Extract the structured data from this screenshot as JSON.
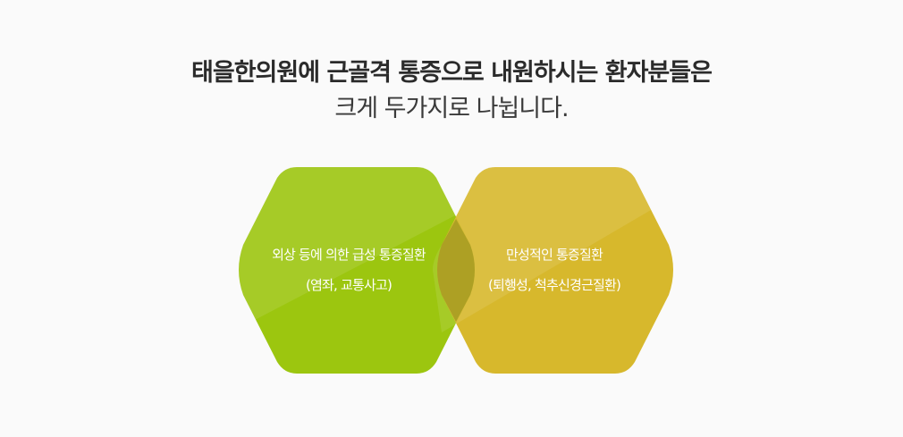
{
  "headline": {
    "line1": "태을한의원에 근골격 통증으로 내원하시는 환자분들은",
    "line2": "크게 두가지로 나뉩니다."
  },
  "categories": [
    {
      "title": "외상 등에 의한 급성 통증질환",
      "subtitle": "(염좌, 교통사고)",
      "color": "#9cc60f"
    },
    {
      "title": "만성적인 통증질환",
      "subtitle": "(퇴행성, 척추신경근질환)",
      "color": "#d4b31c"
    }
  ]
}
